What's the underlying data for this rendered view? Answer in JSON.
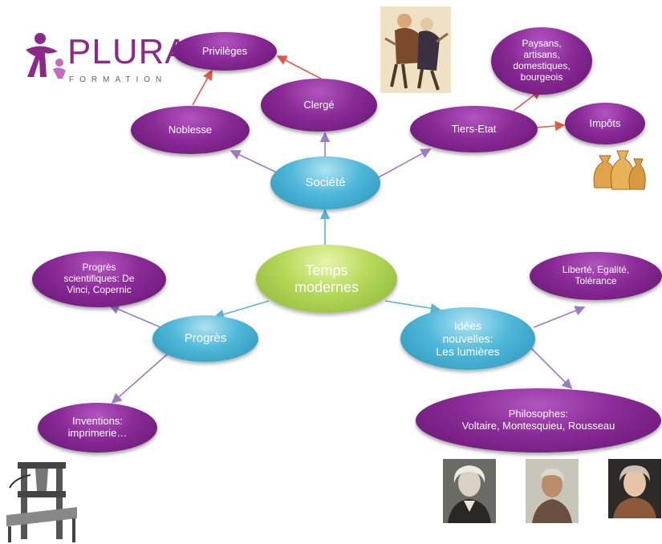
{
  "logo": {
    "word": "PLURA",
    "sub": "FORMATION"
  },
  "nodes": {
    "center": "Temps\nmodernes",
    "societe": "Société",
    "progres": "Progrès",
    "idees": "Idées\nnouvelles:\nLes lumières",
    "noblesse": "Noblesse",
    "clerge": "Clergé",
    "tiers": "Tiers-Etat",
    "privileges": "Privilèges",
    "paysans": "Paysans,\nartisans,\ndomestiques,\nbourgeois",
    "impots": "Impôts",
    "progres_sci": "Progrès\nscientifiques: De\nVinci, Copernic",
    "inventions": "Inventions:\nimprimerie…",
    "liberte": "Liberté, Egalité,\nTolérance",
    "philosophes": "Philosophes:\nVoltaire, Montesquieu, Rousseau"
  },
  "colors": {
    "purple": "#7b2185",
    "blue": "#3aa6cc",
    "green": "#a5cc4a",
    "arrow_blue": "#5ab4d4",
    "arrow_purple": "#9b7bc4",
    "arrow_red": "#e05a4a"
  },
  "icons": [
    "caricature-icon",
    "money-bags-icon",
    "printing-press-icon",
    "voltaire-portrait-icon",
    "montesquieu-portrait-icon",
    "rousseau-portrait-icon"
  ]
}
